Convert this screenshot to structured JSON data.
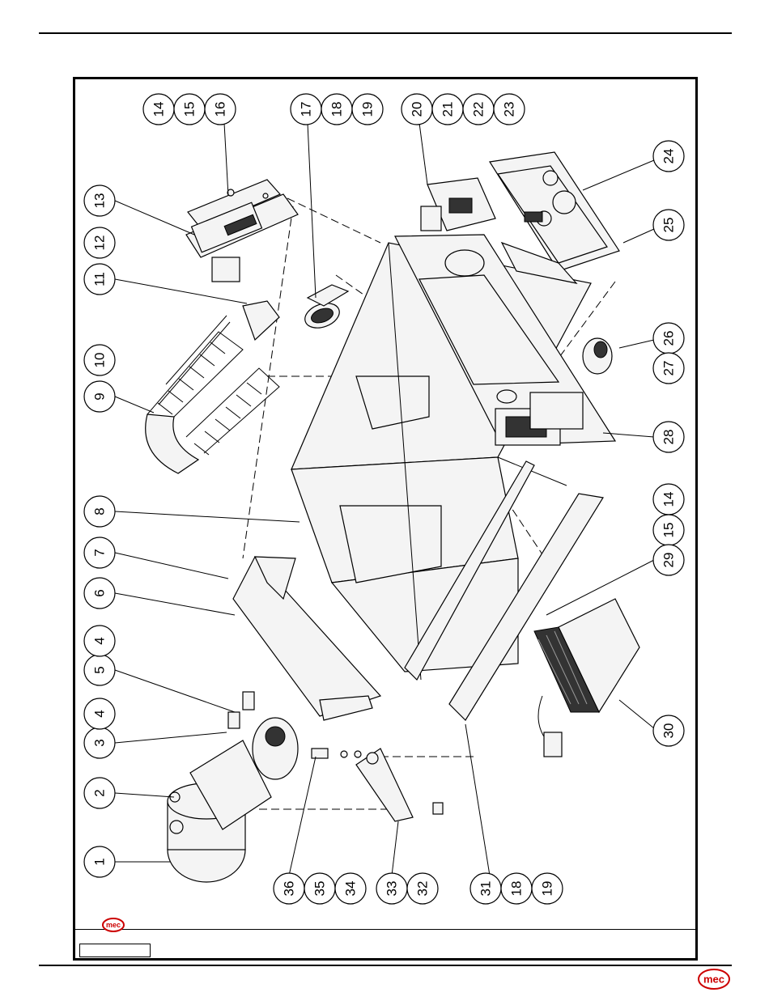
{
  "brand": {
    "logo_text": "mec",
    "color": "#cc0000"
  },
  "callouts": [
    {
      "label": "1"
    },
    {
      "label": "2"
    },
    {
      "label": "3"
    },
    {
      "label": "4"
    },
    {
      "label": "5"
    },
    {
      "label": "4"
    },
    {
      "label": "6"
    },
    {
      "label": "7"
    },
    {
      "label": "8"
    },
    {
      "label": "9"
    },
    {
      "label": "10"
    },
    {
      "label": "11"
    },
    {
      "label": "12"
    },
    {
      "label": "13"
    },
    {
      "label": "14"
    },
    {
      "label": "15"
    },
    {
      "label": "16"
    },
    {
      "label": "17"
    },
    {
      "label": "18"
    },
    {
      "label": "19"
    },
    {
      "label": "20"
    },
    {
      "label": "21"
    },
    {
      "label": "22"
    },
    {
      "label": "23"
    },
    {
      "label": "24"
    },
    {
      "label": "25"
    },
    {
      "label": "26"
    },
    {
      "label": "27"
    },
    {
      "label": "28"
    },
    {
      "label": "14"
    },
    {
      "label": "15"
    },
    {
      "label": "29"
    },
    {
      "label": "30"
    },
    {
      "label": "36"
    },
    {
      "label": "35"
    },
    {
      "label": "34"
    },
    {
      "label": "33"
    },
    {
      "label": "32"
    },
    {
      "label": "31"
    },
    {
      "label": "18"
    },
    {
      "label": "19"
    }
  ]
}
